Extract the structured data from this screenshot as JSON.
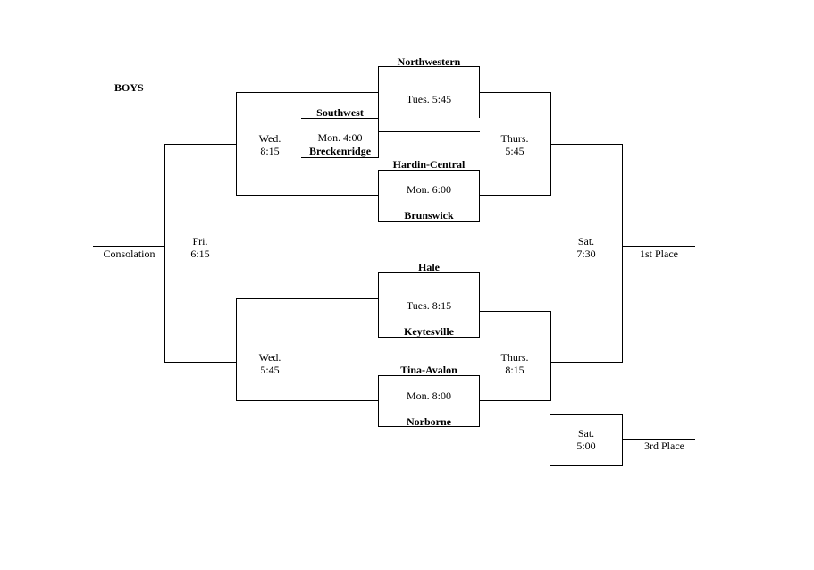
{
  "title": "BOYS",
  "games": {
    "g1": {
      "top": "Northwestern",
      "time": "Tues. 5:45"
    },
    "g2": {
      "top": "Southwest",
      "time": "Mon. 4:00",
      "bottom": "Breckenridge"
    },
    "g3": {
      "top": "Hardin-Central",
      "time": "Mon.  6:00",
      "bottom": "Brunswick"
    },
    "g4": {
      "top": "Hale",
      "time": "Tues. 8:15",
      "bottom": "Keytesville"
    },
    "g5": {
      "top": "Tina-Avalon",
      "time": "Mon. 8:00",
      "bottom": "Norborne"
    },
    "semi_top": {
      "day": "Wed.",
      "time": "8:15"
    },
    "semi_bottom": {
      "day": "Wed.",
      "time": "5:45"
    },
    "semi_top_right": {
      "day": "Thurs.",
      "time": "5:45"
    },
    "semi_bottom_right": {
      "day": "Thurs.",
      "time": "8:15"
    },
    "consolation_game": {
      "day": "Fri.",
      "time": "6:15"
    },
    "final": {
      "day": "Sat.",
      "time": "7:30"
    },
    "third_game": {
      "day": "Sat.",
      "time": "5:00"
    }
  },
  "outcomes": {
    "consolation": "Consolation",
    "first": "1st Place",
    "third": "3rd Place"
  }
}
